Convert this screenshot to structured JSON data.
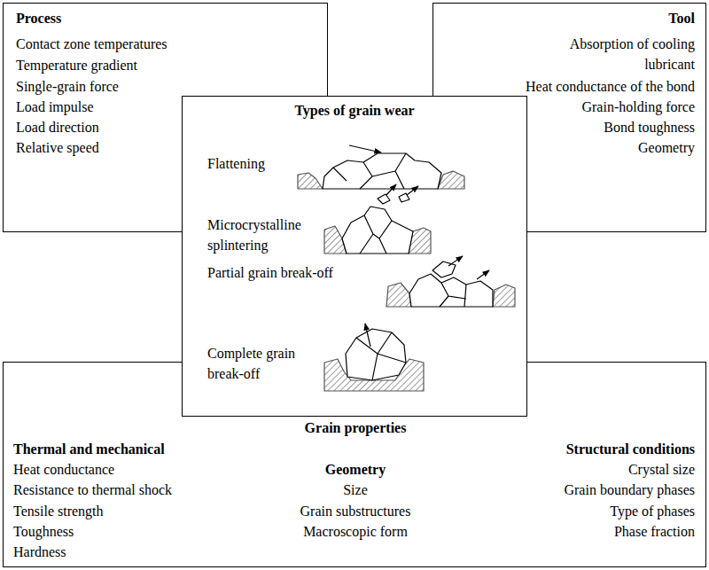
{
  "diagram": {
    "nodes": [
      {
        "text": [
          "Process",
          "Contact zone temperatures",
          "Temperature gradient",
          "Single-grain force",
          "Load impulse",
          "Load direction",
          "Relative speed"
        ]
      },
      {
        "text": [
          "Tool",
          "Absorption of cooling lubricant",
          "Heat conductance of the bond",
          "Grain-holding force",
          "Bond toughness",
          "Geometry"
        ]
      },
      {
        "text": [
          "Types of grain wear",
          "Flattening",
          "Microcrystalline splintering",
          "Partial grain break-off",
          "Complete grain break-off"
        ]
      },
      {
        "text": [
          "Grain properties",
          "Thermal and mechanical",
          "Heat conductance",
          "Resistance to thermal shock",
          "Tensile strength",
          "Toughness",
          "Hardness",
          "Geometry",
          "Size",
          "Grain substructures",
          "Macroscopic form",
          "Structural conditions",
          "Crystal size",
          "Grain boundary phases",
          "Type of phases",
          "Phase fraction"
        ]
      }
    ]
  }
}
